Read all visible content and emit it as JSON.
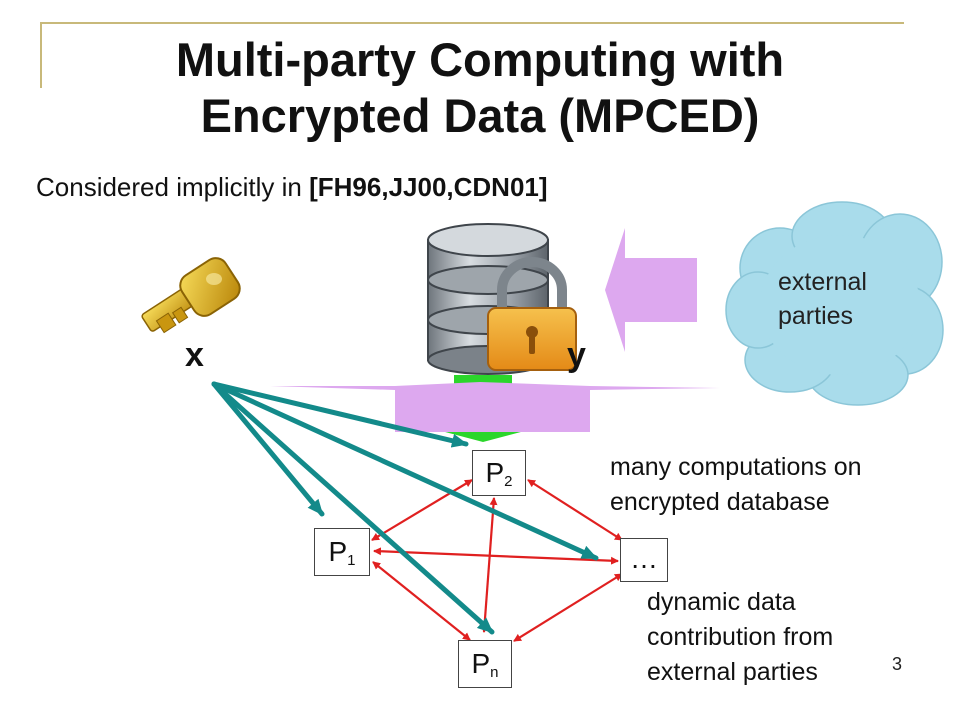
{
  "slide": {
    "title_line1": "Multi-party Computing with",
    "title_line2": "Encrypted Data (MPCED)",
    "subtitle_prefix": "Considered implicitly in ",
    "subtitle_refs": "[FH96,JJ00,CDN01]",
    "page_number": "3"
  },
  "diagram": {
    "key_label": "x",
    "db_label": "y",
    "cloud_line1": "external",
    "cloud_line2": "parties",
    "nodes": {
      "p1": {
        "base": "P",
        "sub": "1"
      },
      "p2": {
        "base": "P",
        "sub": "2"
      },
      "pn": {
        "base": "P",
        "sub": "n"
      },
      "dots": "…"
    },
    "note_computations": [
      "many computations on",
      "encrypted database"
    ],
    "note_dynamic": [
      "dynamic data",
      "contribution from",
      "external parties"
    ]
  },
  "colors": {
    "accent_line": "#c8b97a",
    "teal_arrow": "#138a8a",
    "red_arrow": "#e02020",
    "violet_arrow": "#dda8ef",
    "green_arrow": "#2bd62b",
    "cloud_fill": "#a9dceb",
    "key_gold": "#d9a514"
  },
  "icons": [
    "key-icon",
    "database-icon",
    "padlock-icon",
    "cloud-icon"
  ]
}
